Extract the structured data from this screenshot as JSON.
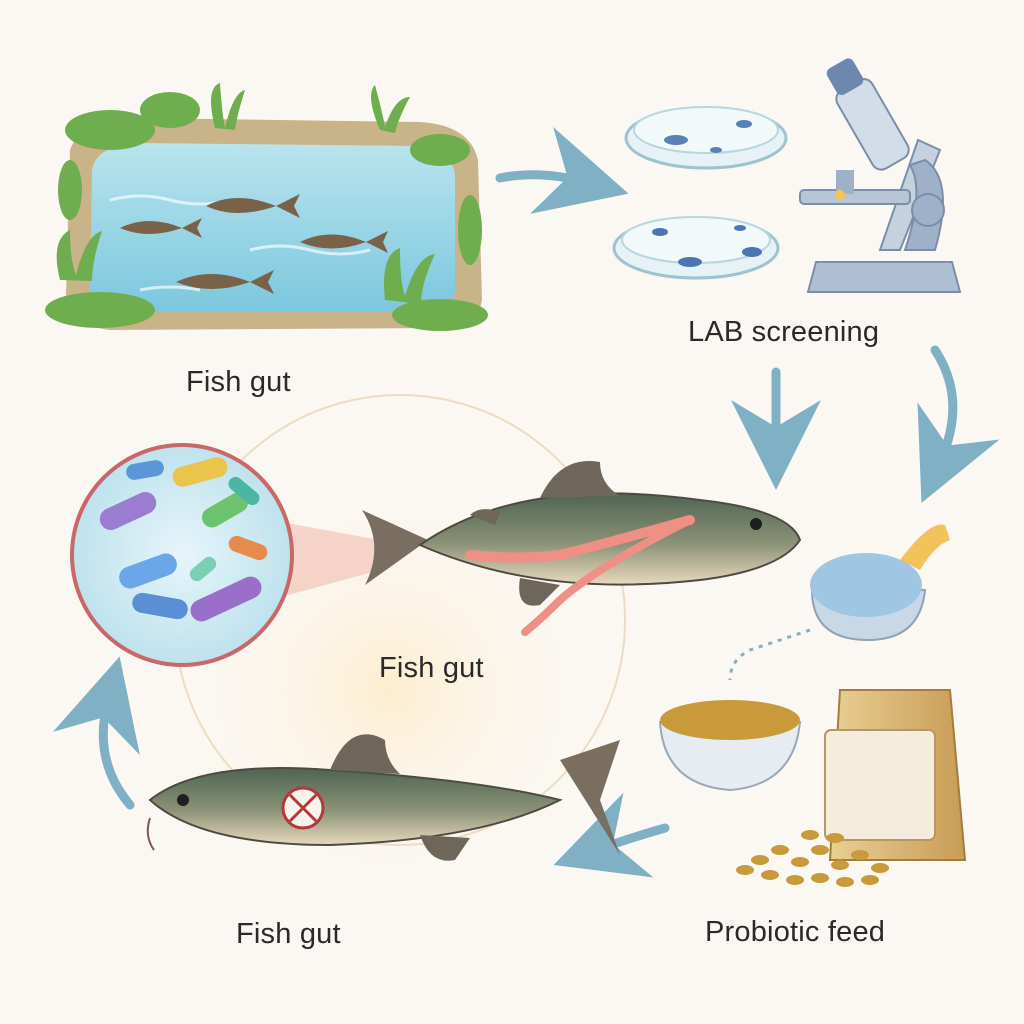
{
  "labels": {
    "pond": "Fish gut",
    "lab": "LAB screening",
    "gut": "Fish gut",
    "feed": "Probiotic feed",
    "healthy_fish": "Fish gut"
  },
  "colors": {
    "background": "#fbf8f3",
    "arrow": "#7fb0c4",
    "water": "#9fd6e6",
    "fish_back": "#5a6e58",
    "intestine": "#ef8f86",
    "magnifier_ring": "#c96868",
    "feed_pellet": "#c99a3a"
  },
  "icons": [
    "pond-icon",
    "petri-dish-icon",
    "microscope-icon",
    "bacteria-icon",
    "fish-icon",
    "bowl-icon",
    "feed-bag-icon",
    "no-pathogen-icon"
  ]
}
